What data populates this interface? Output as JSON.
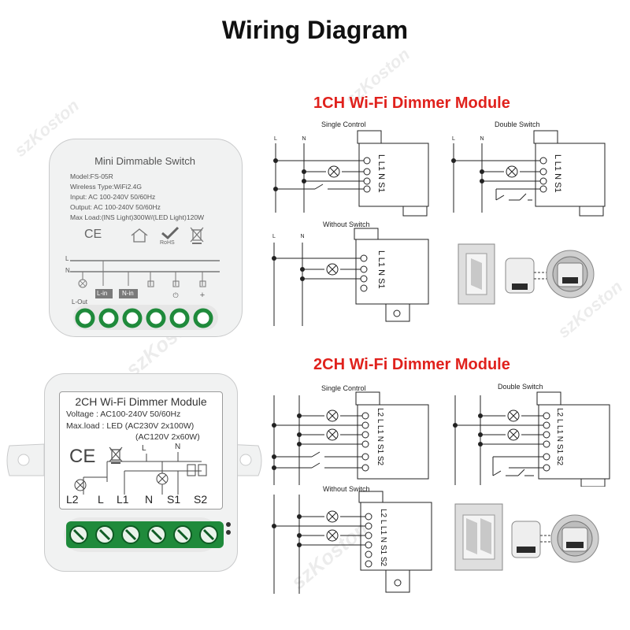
{
  "title": "Wiring Diagram",
  "watermark": "szKoston",
  "module1": {
    "heading": "1CH Wi-Fi Dimmer Module",
    "labels": {
      "single": "Single Control",
      "double": "Double Switch",
      "without": "Without Switch"
    },
    "terminals": [
      "L",
      "L1",
      "N",
      "S1"
    ]
  },
  "module2": {
    "heading": "2CH Wi-Fi Dimmer Module",
    "labels": {
      "single": "Single Control",
      "double": "Double Switch",
      "without": "Without Switch"
    },
    "terminals": [
      "L2",
      "L",
      "L1",
      "N",
      "S1",
      "S2"
    ]
  },
  "wire_labels": {
    "line": "L",
    "neutral": "N"
  },
  "device1": {
    "title": "Mini Dimmable Switch",
    "model": "Model:FS-05R",
    "wireless": "Wireless Type:WiFi2.4G",
    "input": "Input: AC 100-240V 50/60Hz",
    "output": "Output: AC 100-240V 50/60Hz",
    "maxload": "Max Load:(INS Light)300W/(LED Light)120W",
    "ce": "CE",
    "rohs": "RoHS",
    "rail_l": "L",
    "rail_n": "N",
    "terminals": [
      "L-Out",
      "L-in",
      "N-in"
    ]
  },
  "device2": {
    "title": "2CH Wi-Fi Dimmer Module",
    "voltage": "Voltage : AC100-240V 50/60Hz",
    "maxload1": "Max.load : LED (AC230V 2x100W)",
    "maxload2": "(AC120V 2x60W)",
    "ce": "CE",
    "wire_l": "L",
    "wire_n": "N",
    "terminals": [
      "L2",
      "L",
      "L1",
      "N",
      "S1",
      "S2"
    ]
  },
  "colors": {
    "heading": "#e0211c",
    "terminal_green": "#1f8a3b",
    "device_gray": "#f1f2f2"
  }
}
